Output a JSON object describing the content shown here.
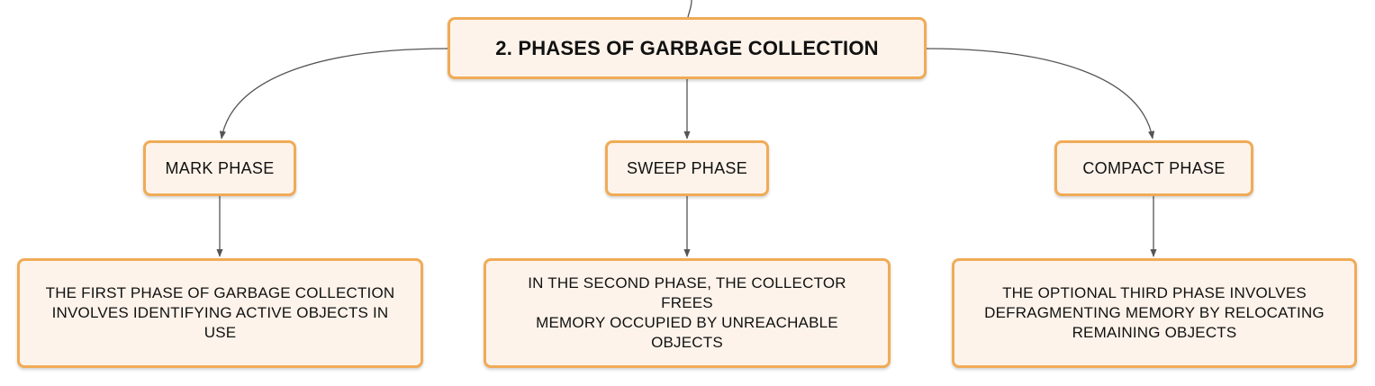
{
  "diagram": {
    "root": {
      "title": "2. PHASES OF GARBAGE COLLECTION"
    },
    "phases": [
      {
        "label": "MARK PHASE",
        "description": [
          "THE FIRST PHASE OF GARBAGE COLLECTION",
          "INVOLVES IDENTIFYING ACTIVE OBJECTS IN USE"
        ]
      },
      {
        "label": "SWEEP PHASE",
        "description": [
          "IN THE SECOND PHASE, THE COLLECTOR FREES",
          "MEMORY OCCUPIED BY UNREACHABLE OBJECTS"
        ]
      },
      {
        "label": "COMPACT PHASE",
        "description": [
          "THE OPTIONAL THIRD PHASE INVOLVES",
          "DEFRAGMENTING MEMORY BY RELOCATING",
          "REMAINING OBJECTS"
        ]
      }
    ],
    "colors": {
      "node_fill": "#fdf3ea",
      "node_border": "#f0ab57",
      "edge": "#555555",
      "text": "#111111"
    }
  }
}
